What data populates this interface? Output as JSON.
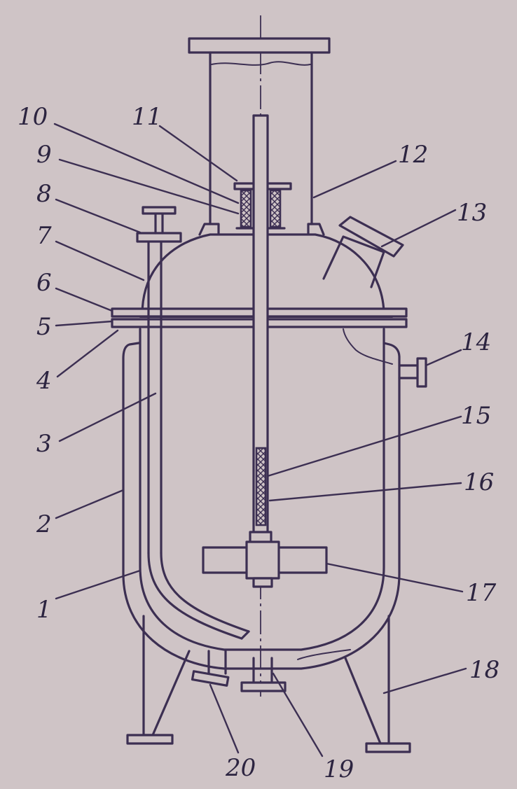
{
  "labels": {
    "p1": "1",
    "p2": "2",
    "p3": "3",
    "p4": "4",
    "p5": "5",
    "p6": "6",
    "p7": "7",
    "p8": "8",
    "p9": "9",
    "p10": "10",
    "p11": "11",
    "p12": "12",
    "p13": "13",
    "p14": "14",
    "p15": "15",
    "p16": "16",
    "p17": "17",
    "p18": "18",
    "p19": "19",
    "p20": "20"
  },
  "colors": {
    "background": "#cfc4c6",
    "ink": "#3c2f52"
  }
}
